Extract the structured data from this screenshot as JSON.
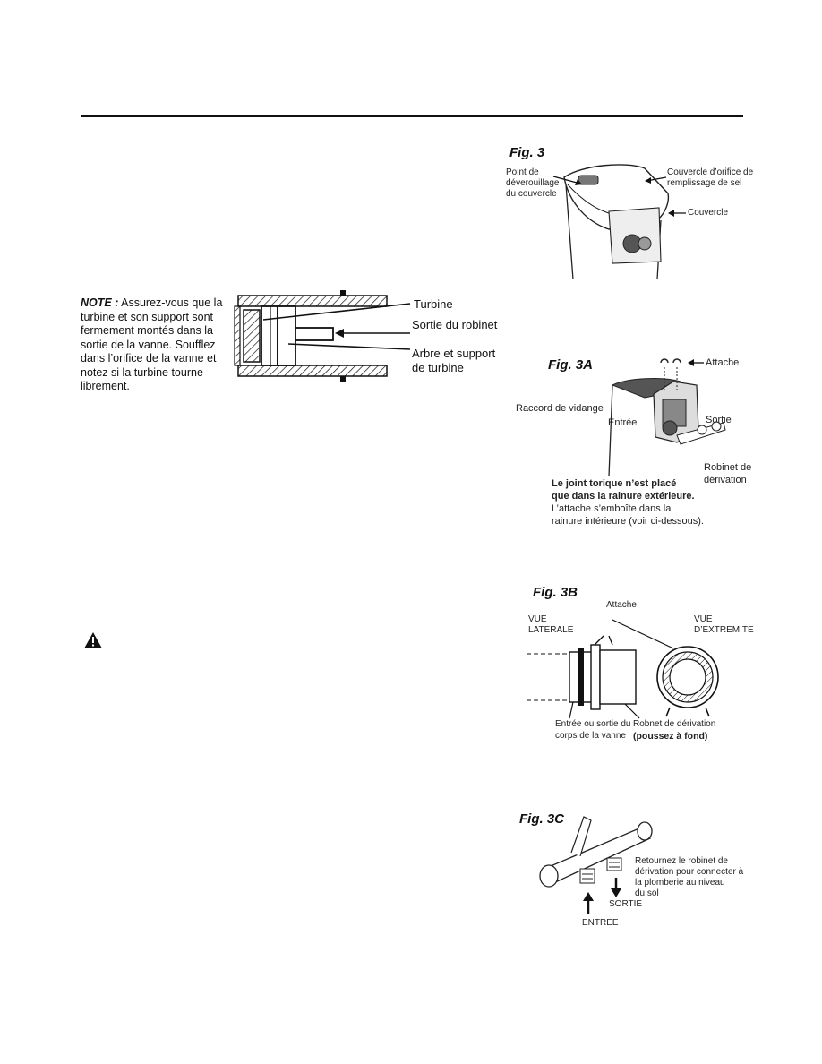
{
  "note": {
    "label": "NOTE :",
    "text": " Assurez-vous que la turbine et son support sont fermement montés dans la sortie de la vanne. Soufflez dans l’orifice de la vanne et notez si la turbine tourne librement."
  },
  "turbine_diagram": {
    "labels": {
      "turbine": "Turbine",
      "outlet": "Sortie du robinet",
      "shaft_line1": "Arbre et support",
      "shaft_line2": "de turbine"
    }
  },
  "fig3": {
    "title": "Fig. 3",
    "labels": {
      "unlock_l1": "Point de",
      "unlock_l2": "déverouillage",
      "unlock_l3": "du couvercle",
      "salt_l1": "Couvercle d’orifice de",
      "salt_l2": "remplissage de sel",
      "cover": "Couvercle"
    }
  },
  "fig3a": {
    "title": "Fig. 3A",
    "labels": {
      "clip": "Attache",
      "drain": "Raccord de vidange",
      "inlet": "Entrée",
      "outlet": "Sortie",
      "bypass_l1": "Robinet de",
      "bypass_l2": "dérivation",
      "oring_l1": "Le joint torique n’est placé",
      "oring_l2": "que dans la rainure extérieure.",
      "clip_note_l1": "L’attache s’emboîte dans la",
      "clip_note_l2": "rainure intérieure (voir ci-dessous)."
    }
  },
  "fig3b": {
    "title": "Fig. 3B",
    "labels": {
      "clip": "Attache",
      "side_l1": "VUE",
      "side_l2": "LATERALE",
      "end_l1": "VUE",
      "end_l2": "D’EXTREMITE",
      "body_l1": "Entrée ou sortie du",
      "body_l2": "corps de la vanne",
      "bypass_l1": "Robnet de dérivation",
      "bypass_l2": "(poussez à fond)"
    }
  },
  "fig3c": {
    "title": "Fig. 3C",
    "labels": {
      "note_l1": "Retournez le robinet de",
      "note_l2": "dérivation pour connecter à",
      "note_l3": "la plomberie au niveau",
      "note_l4": "du sol",
      "outlet": "SORTIE",
      "inlet": "ENTREE"
    }
  },
  "warning_icon": "warning-triangle-icon"
}
